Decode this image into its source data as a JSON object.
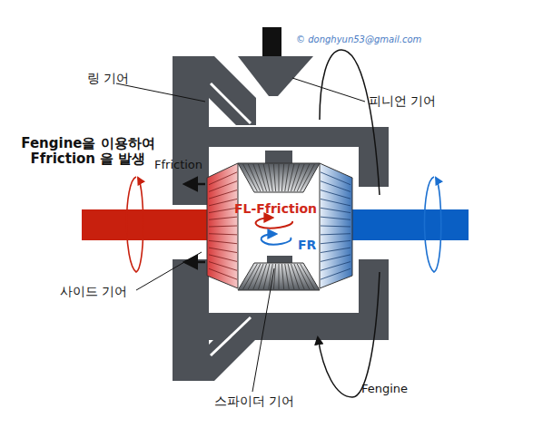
{
  "diagram": {
    "labels": [
      "링 기어",
      "피니언 기어",
      "Fengine을 이용하여 Ffriction 을 발생",
      "Ffriction",
      "FL-Ffriction",
      "FR",
      "사이드 기어",
      "스파이더 기어",
      "Fengine",
      "© donghyun53@gmail.com"
    ]
  }
}
